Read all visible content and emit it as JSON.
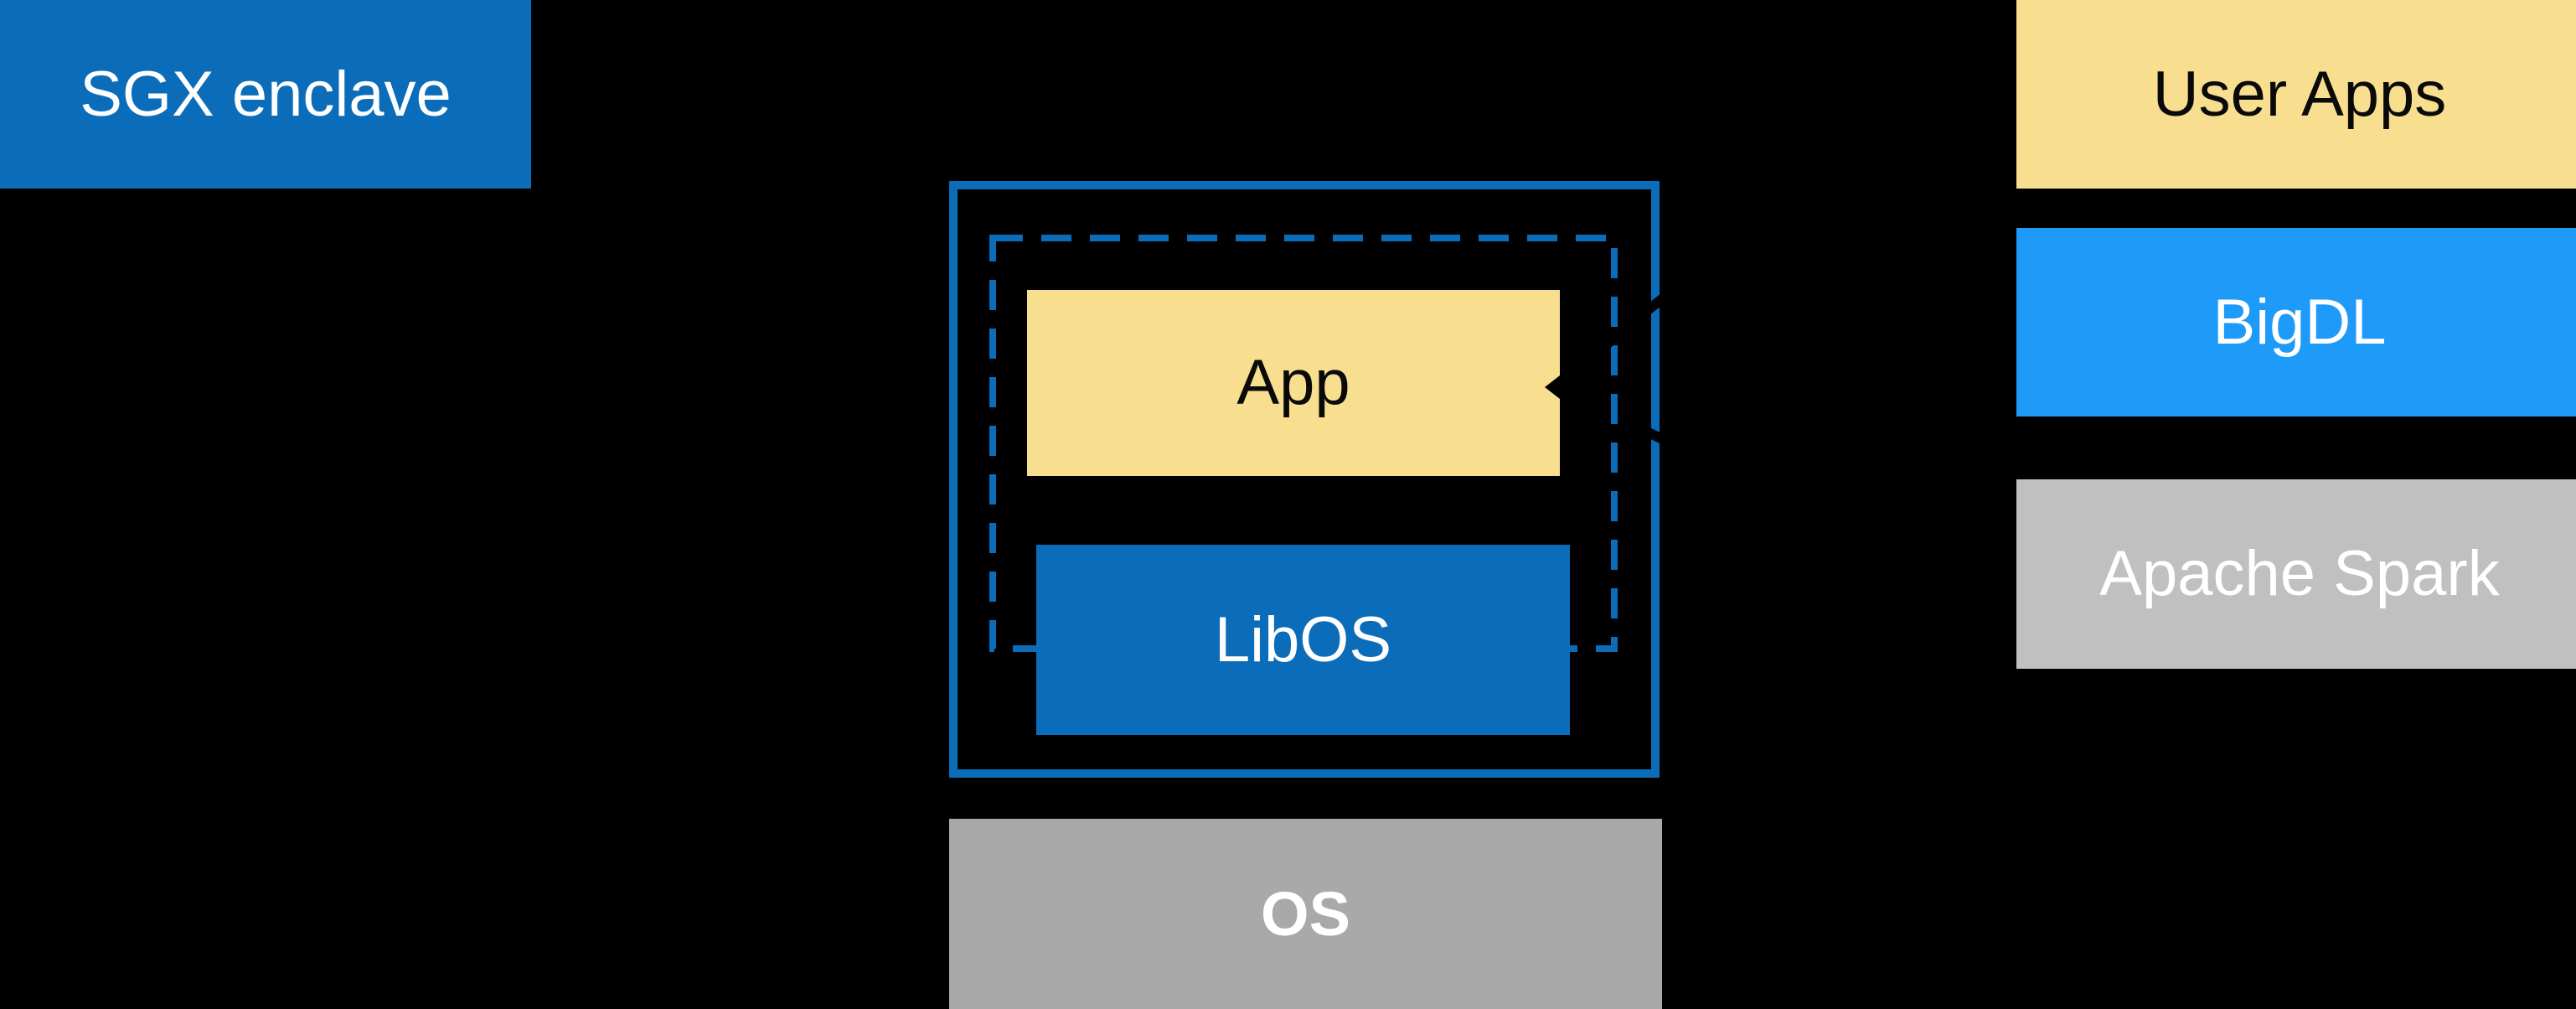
{
  "background_color": "#000000",
  "colors": {
    "intel_blue": "#0B6DB9",
    "bright_blue": "#1E9AF9",
    "yellow": "#F8DE8F",
    "gray_os": "#A9A9A9",
    "gray_spark": "#C0C0C0",
    "text_light": "#FFFFFF",
    "text_dark": "#0A0A0A",
    "connector_black": "#000000"
  },
  "diagram": {
    "sgx_enclave": {
      "label": "SGX enclave"
    },
    "host": {
      "app": {
        "label": "App"
      },
      "libos": {
        "label": "LibOS"
      },
      "os": {
        "label": "OS"
      }
    },
    "stack": {
      "user_apps": {
        "label": "User Apps"
      },
      "bigdl": {
        "label": "BigDL"
      },
      "apache_spark": {
        "label": "Apache Spark"
      }
    }
  }
}
